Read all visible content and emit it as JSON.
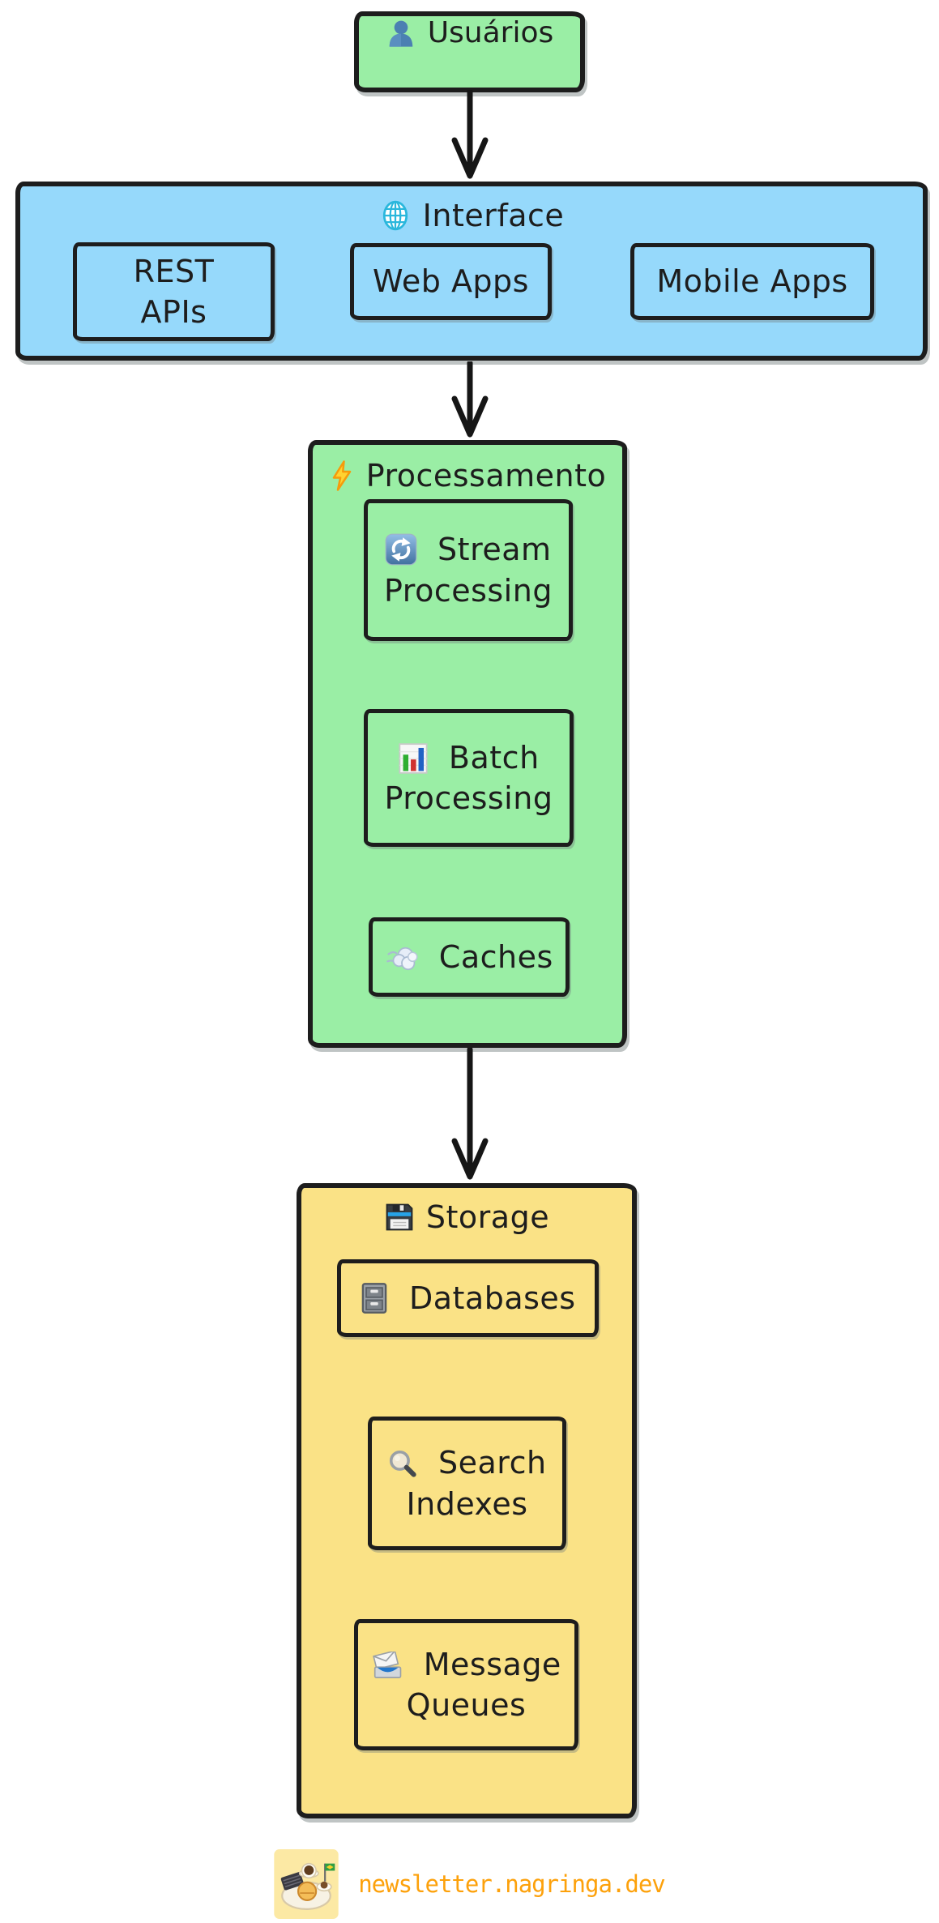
{
  "palette": {
    "section_green": "#9aeea5",
    "section_blue": "#96d9fb",
    "section_yellow": "#fae286",
    "ink": "#1d1d1d",
    "footer_orange": "#fda10b"
  },
  "nodes": {
    "users": {
      "label": "Usuários",
      "icon": "user-icon"
    },
    "interface": {
      "title": "Interface",
      "icon": "globe-icon",
      "children": [
        {
          "label": "REST APIs"
        },
        {
          "label": "Web Apps"
        },
        {
          "label": "Mobile Apps"
        }
      ]
    },
    "processing": {
      "title": "Processamento",
      "icon": "lightning-icon",
      "children": [
        {
          "label": "Stream Processing",
          "icon": "arrows-cycle-icon"
        },
        {
          "label": "Batch Processing",
          "icon": "bar-chart-icon"
        },
        {
          "label": "Caches",
          "icon": "dash-cloud-icon"
        }
      ]
    },
    "storage": {
      "title": "Storage",
      "icon": "floppy-disk-icon",
      "children": [
        {
          "label": "Databases",
          "icon": "file-cabinet-icon"
        },
        {
          "label": "Search Indexes",
          "icon": "magnifying-glass-icon"
        },
        {
          "label": "Message Queues",
          "icon": "incoming-envelope-icon"
        }
      ]
    }
  },
  "footer": {
    "text": "newsletter.nagringa.dev",
    "icon": "breakfast-tray-logo"
  }
}
